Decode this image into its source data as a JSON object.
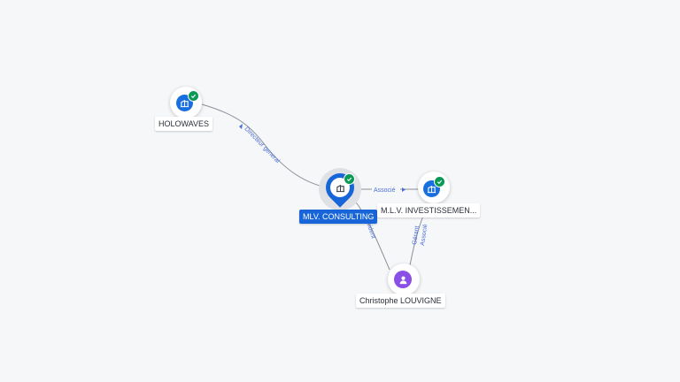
{
  "colors": {
    "background": "#f6f7f9",
    "company_icon": "#1a6fe0",
    "person_icon": "#8a4fe6",
    "verified_badge": "#0a9a55",
    "edge": "#8a8f98",
    "edge_label": "#4a6fd8",
    "main_label_bg": "#1765d8"
  },
  "nodes": {
    "main": {
      "label": "MLV. CONSULTING",
      "icon": "building-icon",
      "verified": true
    },
    "holowaves": {
      "label": "HOLOWAVES",
      "icon": "building-icon",
      "verified": true
    },
    "mlv_invest": {
      "label": "M.L.V. INVESTISSEMEN...",
      "icon": "building-icon",
      "verified": true
    },
    "person": {
      "label": "Christophe LOUVIGNE",
      "icon": "person-icon",
      "verified": false
    }
  },
  "edges": {
    "main_holowaves": "Directeur general",
    "main_invest": "Associé",
    "main_person": "President",
    "person_invest_1": "Gérant",
    "person_invest_2": "Associé"
  }
}
